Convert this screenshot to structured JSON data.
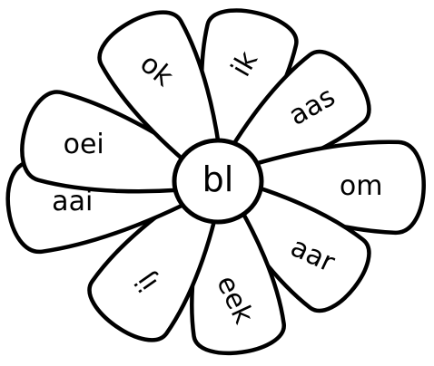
{
  "flower": {
    "center_text": "bl",
    "petals": [
      {
        "label": "ik"
      },
      {
        "label": "aas"
      },
      {
        "label": "om"
      },
      {
        "label": "aar"
      },
      {
        "label": "eek"
      },
      {
        "label": "ij"
      },
      {
        "label": "aai"
      },
      {
        "label": "oei"
      },
      {
        "label": "ok"
      }
    ],
    "colors": {
      "ink": "#000000",
      "background": "#ffffff"
    }
  }
}
